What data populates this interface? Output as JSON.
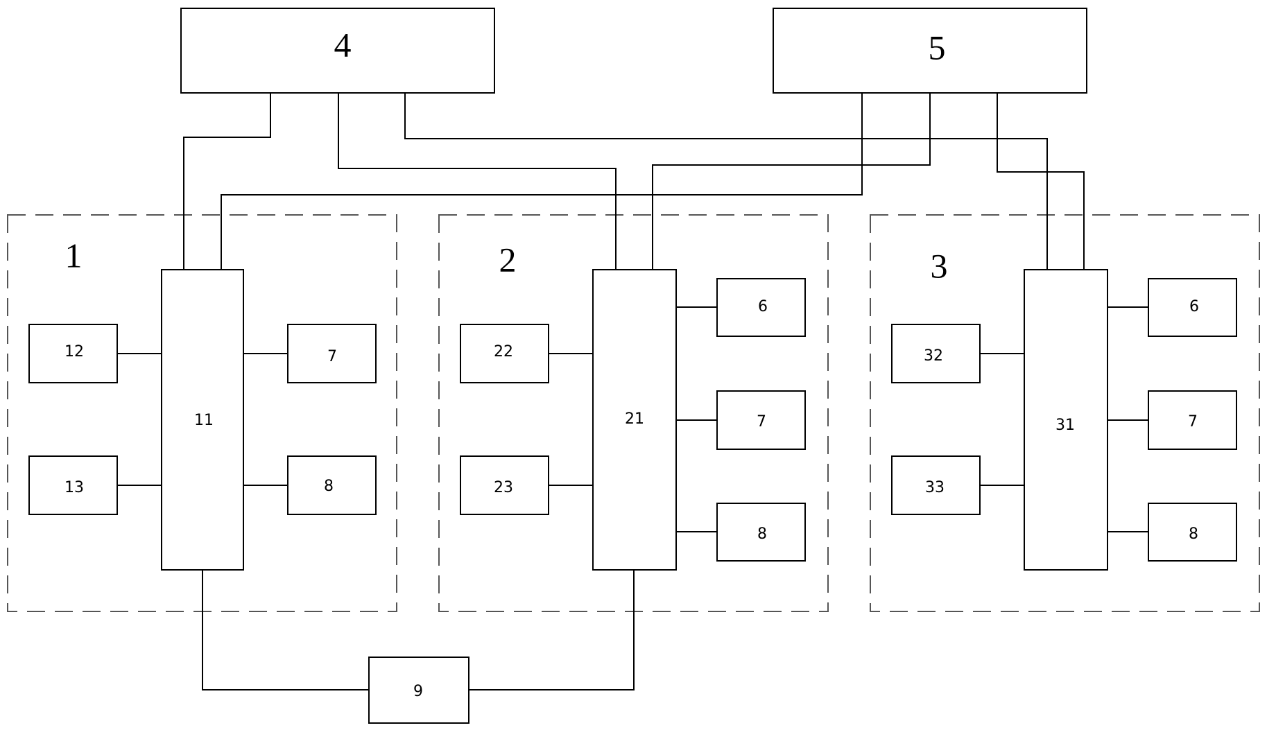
{
  "diagram": {
    "nodes": {
      "n4": "4",
      "n5": "5",
      "n11": "11",
      "n12": "12",
      "n13": "13",
      "n7a": "7",
      "n8a": "8",
      "n21": "21",
      "n22": "22",
      "n23": "23",
      "n6b": "6",
      "n7b": "7",
      "n8b": "8",
      "n31": "31",
      "n32": "32",
      "n33": "33",
      "n6c": "6",
      "n7c": "7",
      "n8c": "8",
      "n9": "9"
    },
    "groups": {
      "g1": "1",
      "g2": "2",
      "g3": "3"
    }
  }
}
